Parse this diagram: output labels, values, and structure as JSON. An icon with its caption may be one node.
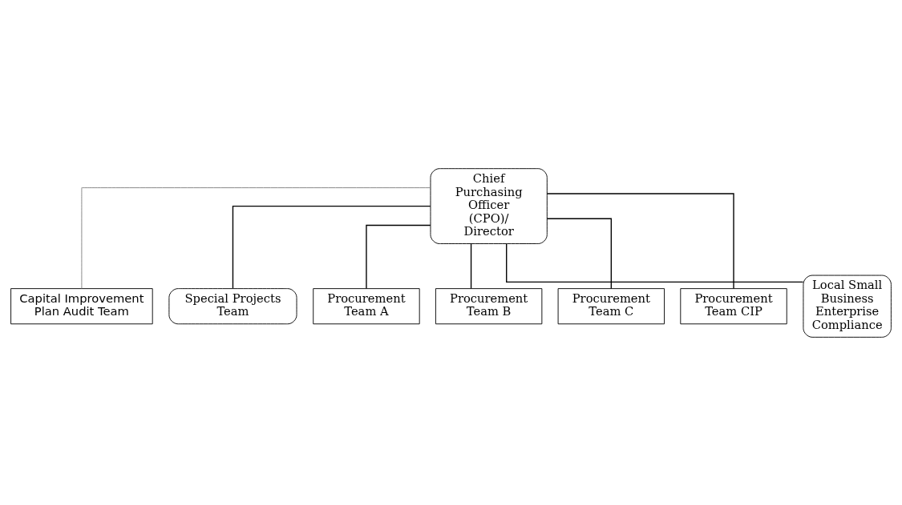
{
  "diagram": {
    "nodes": [
      {
        "text": [
          "Chief Purchasing Officer (CPO)/ Director"
        ]
      },
      {
        "text": [
          "Capital Improvement Plan Audit Team"
        ]
      },
      {
        "text": [
          "Special Projects Team"
        ]
      },
      {
        "text": [
          "Procurement Team A"
        ]
      },
      {
        "text": [
          "Procurement Team B"
        ]
      },
      {
        "text": [
          "Procurement Team C"
        ]
      },
      {
        "text": [
          "Procurement Team CIP"
        ]
      },
      {
        "text": [
          "Local Small Business Enterprise Compliance"
        ]
      }
    ],
    "edges": [
      {
        "from": 0,
        "to": 1,
        "arrow": "none",
        "color": "#808080"
      },
      {
        "from": 0,
        "to": 2,
        "arrow": "none"
      },
      {
        "from": 0,
        "to": 3,
        "arrow": "none"
      },
      {
        "from": 0,
        "to": 4,
        "arrow": "none"
      },
      {
        "from": 0,
        "to": 5,
        "arrow": "none"
      },
      {
        "from": 0,
        "to": 6,
        "arrow": "none"
      },
      {
        "from": 0,
        "to": 7,
        "arrow": "none"
      }
    ]
  }
}
